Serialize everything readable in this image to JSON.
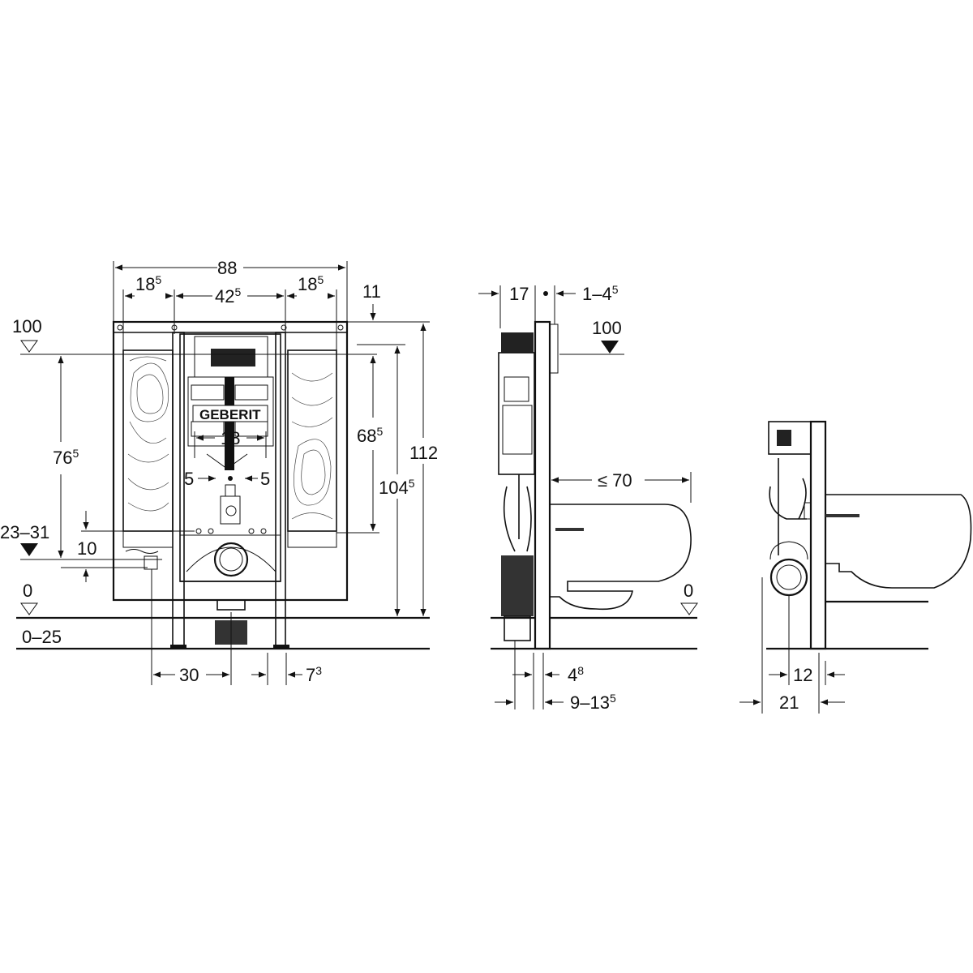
{
  "front_view": {
    "logo": "GEBERIT",
    "width_total": {
      "main": "88",
      "sup": ""
    },
    "width_left": {
      "main": "18",
      "sup": "5"
    },
    "width_center": {
      "main": "42",
      "sup": "5"
    },
    "width_right": {
      "main": "18",
      "sup": "5"
    },
    "top_offset": {
      "main": "11",
      "sup": ""
    },
    "level_100": {
      "main": "100",
      "sup": ""
    },
    "height_76": {
      "main": "76",
      "sup": "5"
    },
    "height_68": {
      "main": "68",
      "sup": "5"
    },
    "height_104": {
      "main": "104",
      "sup": "5"
    },
    "height_112": {
      "main": "112",
      "sup": ""
    },
    "bolt_spacing": {
      "main": "18",
      "sup": ""
    },
    "offset_left": {
      "main": "5",
      "sup": ""
    },
    "offset_right": {
      "main": "5",
      "sup": ""
    },
    "level_23_31": {
      "main": "23–31",
      "sup": ""
    },
    "dim_10": {
      "main": "10",
      "sup": ""
    },
    "level_0": {
      "main": "0",
      "sup": ""
    },
    "level_0_25": {
      "main": "0–25",
      "sup": ""
    },
    "dim_30": {
      "main": "30",
      "sup": ""
    },
    "dim_7": {
      "main": "7",
      "sup": "3"
    }
  },
  "side_view": {
    "dim_17": {
      "main": "17",
      "sup": ""
    },
    "dim_1_4": {
      "main": "1–4",
      "sup": "5"
    },
    "level_100": {
      "main": "100",
      "sup": ""
    },
    "dim_70": {
      "main": "≤ 70",
      "sup": ""
    },
    "level_0": {
      "main": "0",
      "sup": ""
    },
    "dim_4": {
      "main": "4",
      "sup": "8"
    },
    "dim_9_13": {
      "main": "9–13",
      "sup": "5"
    }
  },
  "section_view": {
    "dim_12": {
      "main": "12",
      "sup": ""
    },
    "dim_21": {
      "main": "21",
      "sup": ""
    }
  }
}
